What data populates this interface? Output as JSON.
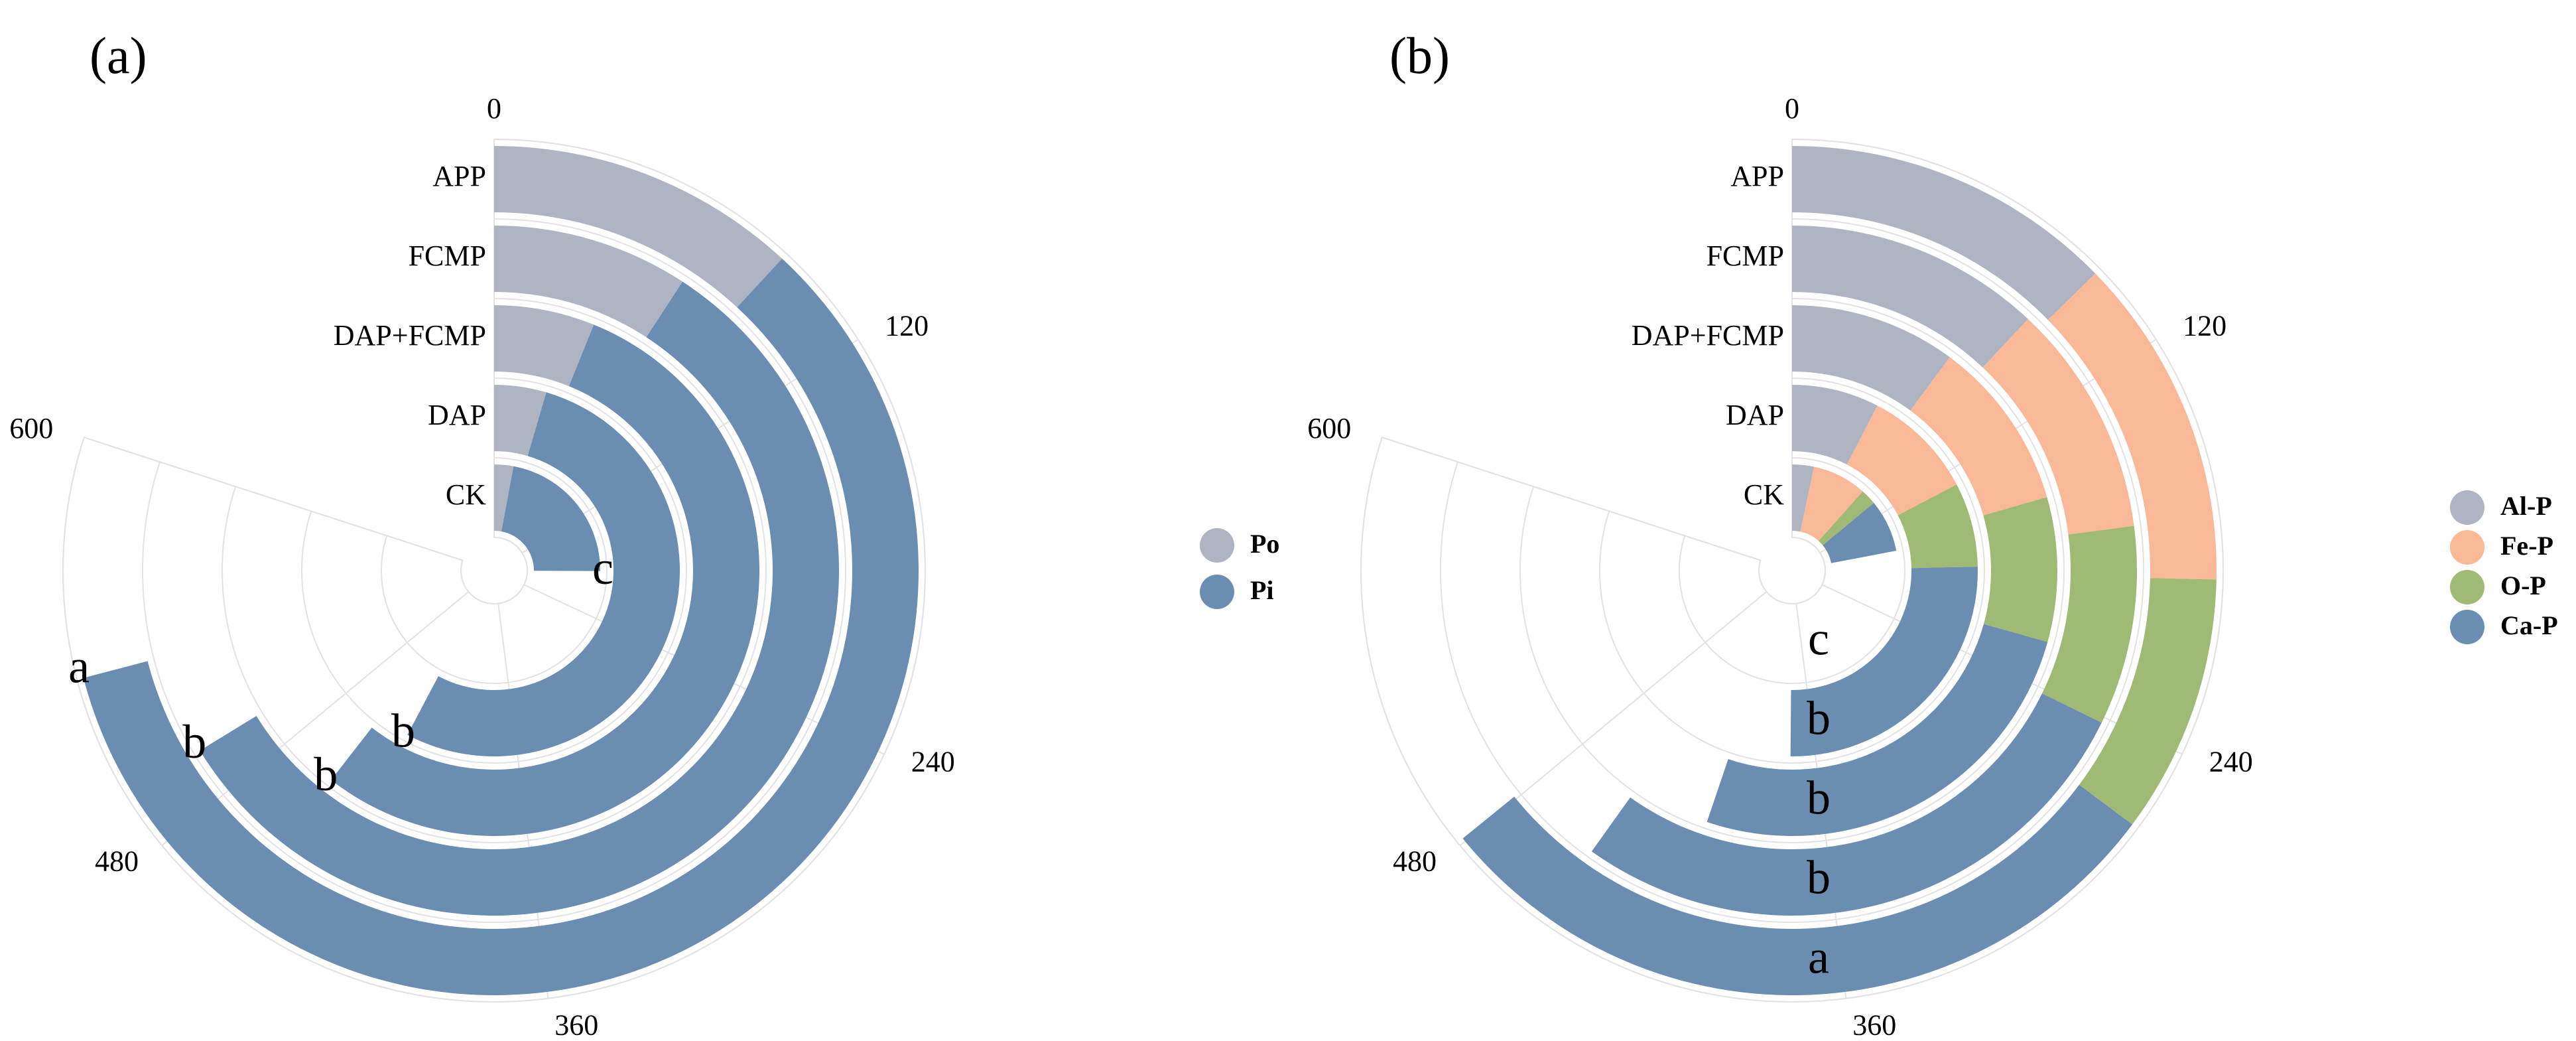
{
  "colors": {
    "Po": "#aeb4c1",
    "Pi": "#6a8db1",
    "Al-P": "#aeb4c1",
    "Fe-P": "#f9b898",
    "O-P": "#9fba74",
    "Ca-P": "#6a8db1",
    "grid": "#e2e2e2"
  },
  "chart_data": [
    {
      "type": "radial-bar",
      "panel_label": "(a)",
      "categories": [
        "APP",
        "FCMP",
        "DAP+FCMP",
        "DAP",
        "CK"
      ],
      "axis": {
        "ticks": [
          "0",
          "120",
          "240",
          "360",
          "480",
          "600"
        ],
        "max": 600
      },
      "series": [
        {
          "name": "Po",
          "values": [
            89,
            69,
            46,
            34,
            22
          ]
        },
        {
          "name": "Pi",
          "values": [
            443,
            428,
            408,
            399,
            166
          ]
        }
      ],
      "significance": [
        "a",
        "b",
        "b",
        "b",
        "c"
      ],
      "legend": {
        "position": "right",
        "items": [
          "Po",
          "Pi"
        ]
      }
    },
    {
      "type": "radial-bar",
      "panel_label": "(b)",
      "categories": [
        "APP",
        "FCMP",
        "DAP+FCMP",
        "DAP",
        "CK"
      ],
      "axis": {
        "ticks": [
          "0",
          "120",
          "240",
          "360",
          "480",
          "600"
        ],
        "max": 600
      },
      "series": [
        {
          "name": "Al-P",
          "values": [
            95,
            90,
            76,
            57,
            25
          ]
        },
        {
          "name": "Fe-P",
          "values": [
            95,
            82,
            78,
            73,
            62
          ]
        },
        {
          "name": "O-P",
          "values": [
            74,
            70,
            66,
            55,
            18
          ]
        },
        {
          "name": "Ca-P",
          "values": [
            217,
            207,
            194,
            191,
            60
          ]
        }
      ],
      "significance": [
        "a",
        "b",
        "b",
        "b",
        "c"
      ],
      "legend": {
        "position": "right",
        "items": [
          "Al-P",
          "Fe-P",
          "O-P",
          "Ca-P"
        ]
      }
    }
  ]
}
